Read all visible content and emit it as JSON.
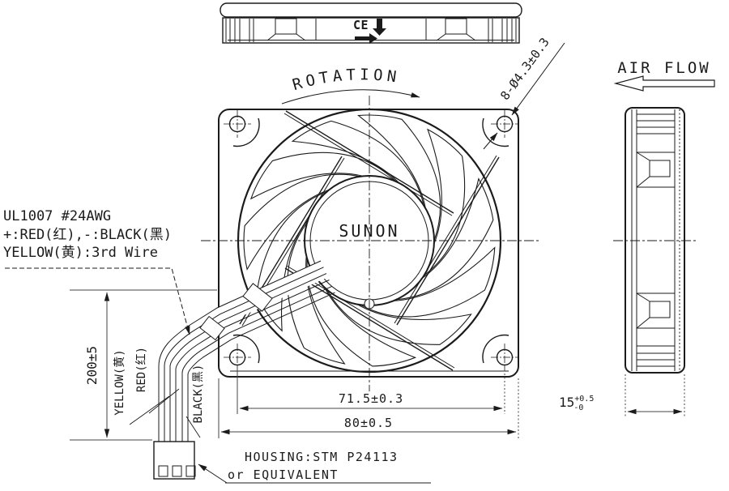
{
  "labels": {
    "rotation": "ROTATION",
    "air_flow": "AIR FLOW",
    "hole_callout": "8-Ø4.3±0.3",
    "brand": "SUNON",
    "ce": "CE"
  },
  "wire_spec": {
    "line1": "UL1007  #24AWG",
    "line2": "+:RED(红),-:BLACK(黑)",
    "line3": "YELLOW(黄):3rd Wire"
  },
  "wire_labels": {
    "yellow": "YELLOW(黄)",
    "red": "RED(红)",
    "black": "BLACK(黑)"
  },
  "dims": {
    "hole_pitch": "71.5±0.3",
    "frame_width": "80±0.5",
    "lead_length": "200±5",
    "thickness": "15",
    "thickness_plus": "+0.5",
    "thickness_minus": "-0"
  },
  "housing": {
    "line1": "HOUSING:STM P24113",
    "line2": "or EQUIVALENT"
  },
  "colors": {
    "line": "#1b1b1b",
    "background": "#ffffff"
  }
}
